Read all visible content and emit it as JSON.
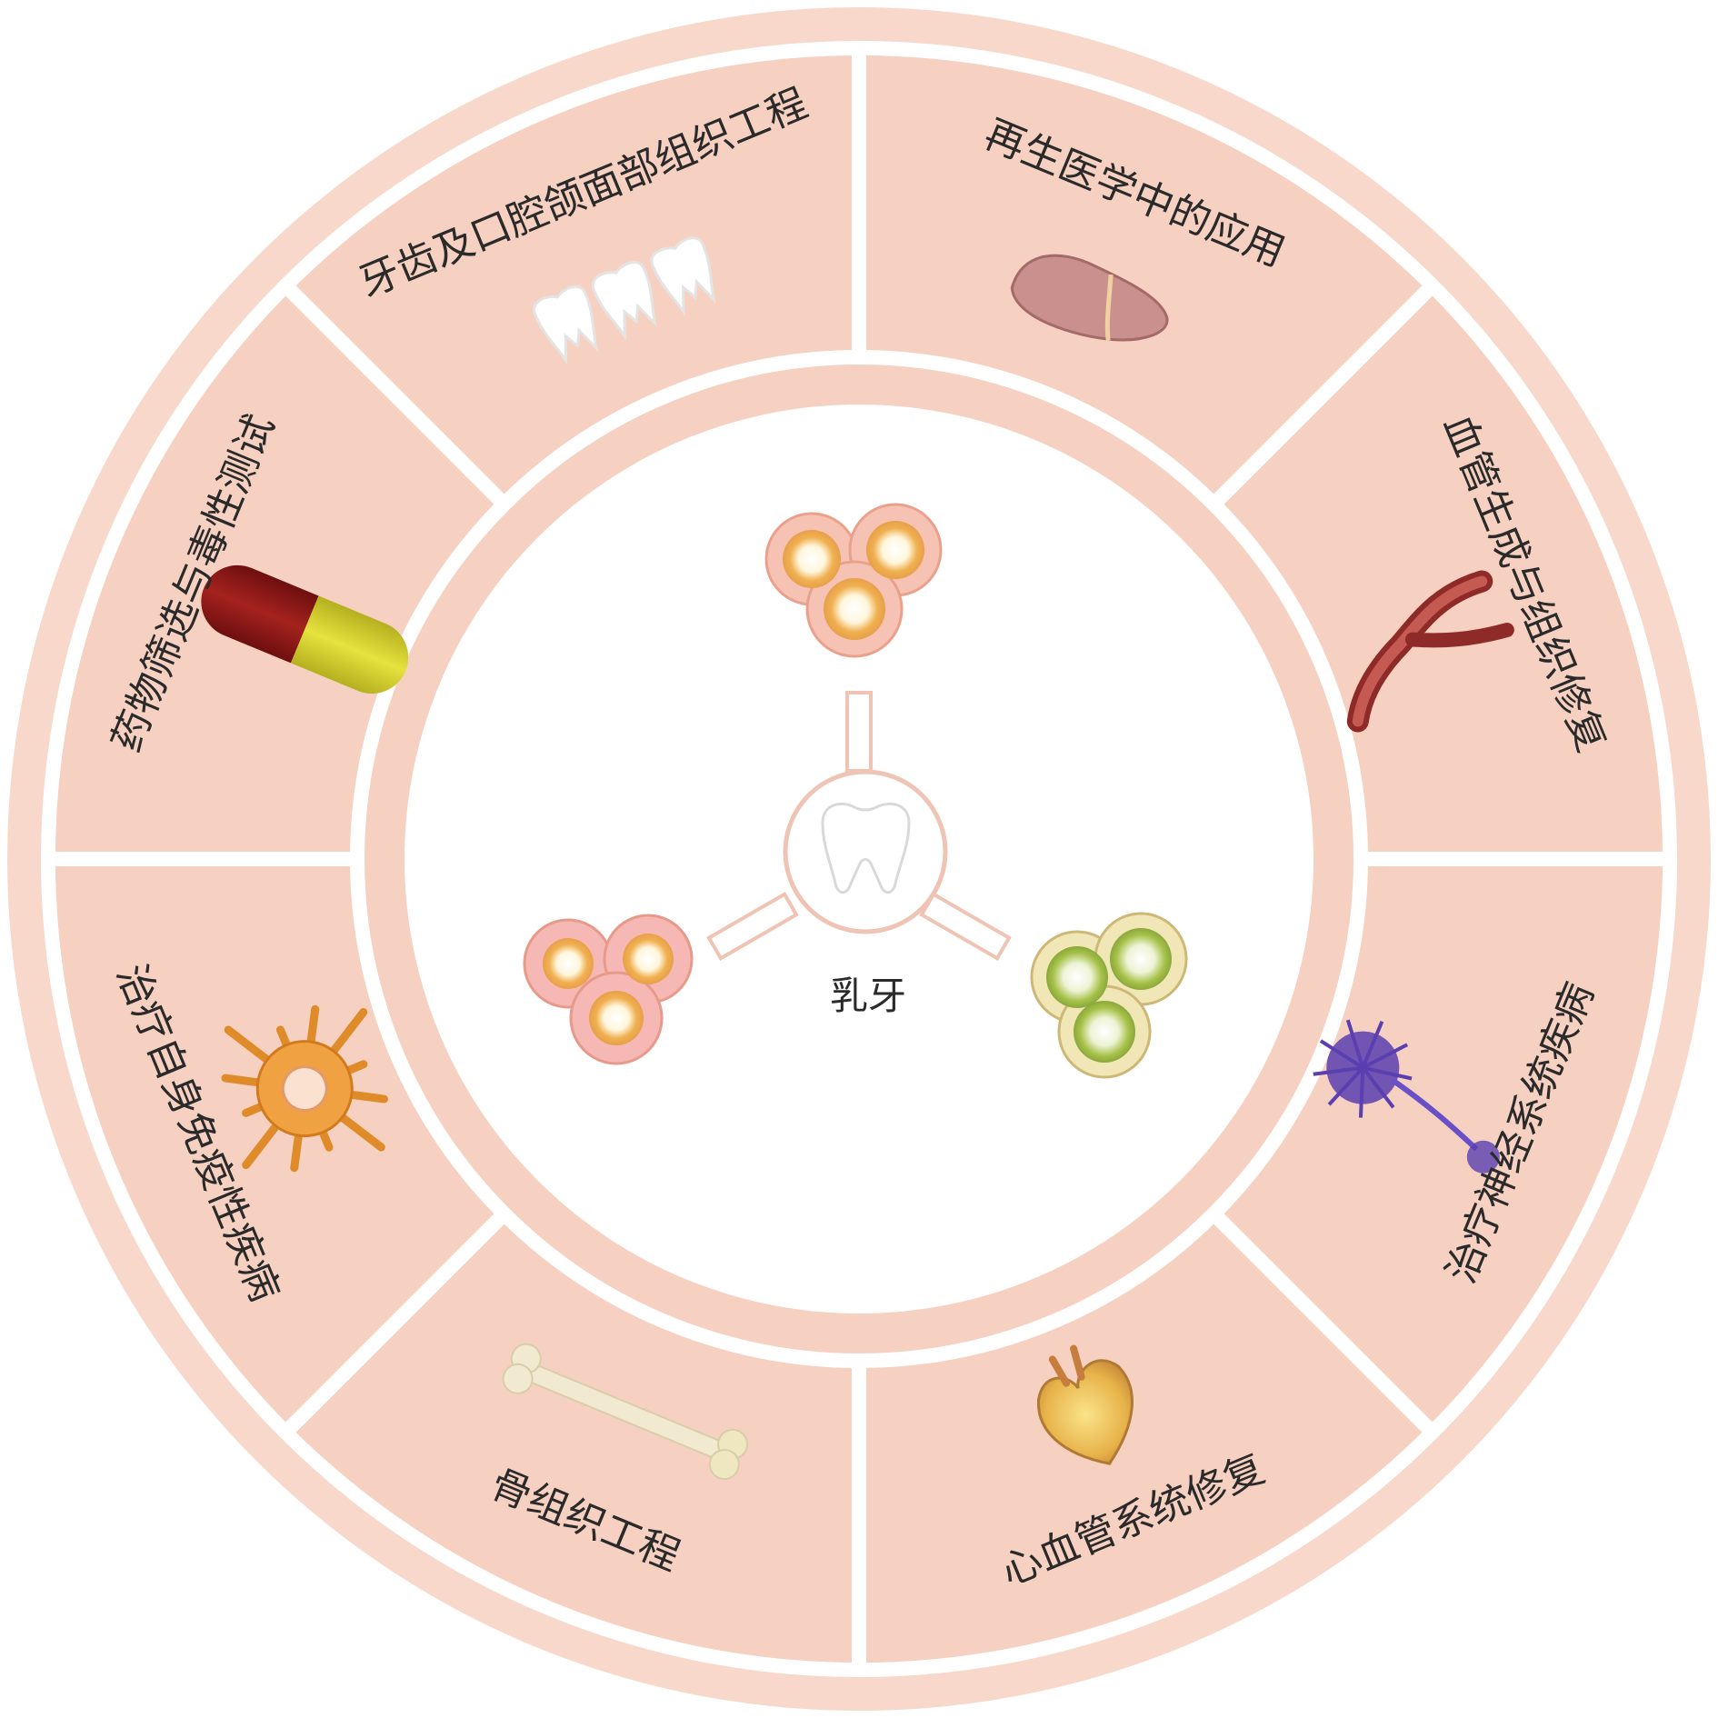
{
  "center": {
    "label": "乳牙"
  },
  "segments": [
    {
      "label": "牙齿及口腔颌面部组织工程",
      "icon": "teeth-icon"
    },
    {
      "label": "再生医学中的应用",
      "icon": "liver-icon"
    },
    {
      "label": "血管生成与组织修复",
      "icon": "blood-vessel-icon"
    },
    {
      "label": "治疗神经系统疾病",
      "icon": "neuron-icon"
    },
    {
      "label": "心血管系统修复",
      "icon": "heart-icon"
    },
    {
      "label": "骨组织工程",
      "icon": "bone-icon"
    },
    {
      "label": "治疗自身免疫性疾病",
      "icon": "immune-cell-icon"
    },
    {
      "label": "药物筛选与毒性测试",
      "icon": "capsule-icon"
    }
  ],
  "colors": {
    "ring": "#f8d8ca",
    "segment": "#f6d0c0",
    "divider": "#ffffff",
    "center_fill": "#ffffff",
    "cell_pink": "#f4b0a8",
    "cell_green": "#b4cc5a",
    "cell_orange": "#e7a04a"
  }
}
